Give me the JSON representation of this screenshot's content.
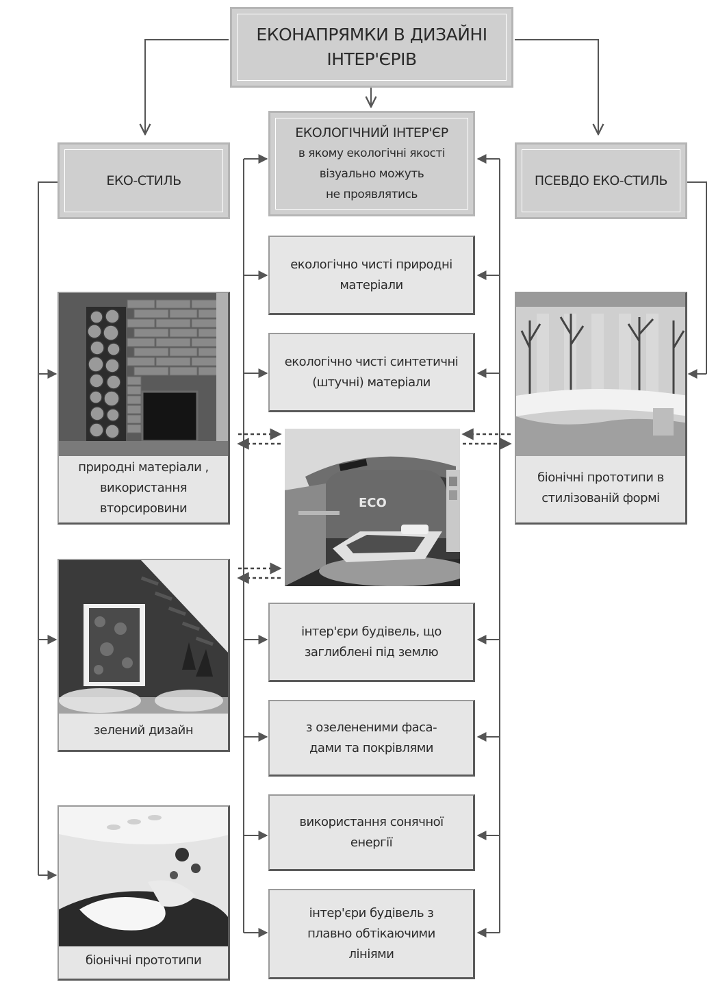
{
  "title": {
    "line1": "ЕКОНАПРЯМКИ В ДИЗАЙНІ",
    "line2": "ІНТЕР'ЄРІВ"
  },
  "columns": {
    "left": {
      "heading": "ЕКО-СТИЛЬ"
    },
    "center": {
      "heading": "ЕКОЛОГІЧНИЙ ІНТЕР'ЄР",
      "subheading_lines": [
        "в якому екологічні якості",
        "візуально можуть",
        "не проявлятись"
      ]
    },
    "right": {
      "heading": "ПСЕВДО ЕКО-СТИЛЬ"
    }
  },
  "left_cards": [
    {
      "caption_lines": [
        "природні матеріали ,",
        "використання",
        "вторсировини"
      ]
    },
    {
      "caption_lines": [
        "зелений дизайн"
      ]
    },
    {
      "caption_lines": [
        "біонічні прототипи"
      ]
    }
  ],
  "center_boxes_top": [
    {
      "lines": [
        "екологічно чисті природні",
        "матеріали"
      ]
    },
    {
      "lines": [
        "екологічно чисті синтетичні",
        "(штучні) матеріали"
      ]
    }
  ],
  "center_image": {
    "sign_text": "ECO"
  },
  "center_boxes_bottom": [
    {
      "lines": [
        "інтер'єри будівель, що",
        "заглиблені під землю"
      ]
    },
    {
      "lines": [
        "з озелененими фаса-",
        "дами та покрівлями"
      ]
    },
    {
      "lines": [
        "використання сонячної",
        "енергії"
      ]
    },
    {
      "lines": [
        "інтер'єри будівель з",
        "плавно обтікаючими",
        "лініями"
      ]
    }
  ],
  "right_cards": [
    {
      "caption_lines": [
        "біонічні прототипи в",
        "стилізованій формі"
      ]
    }
  ],
  "colors": {
    "box_fill": "#e6e6e6",
    "header_fill": "#cfcfcf",
    "line": "#555555"
  }
}
